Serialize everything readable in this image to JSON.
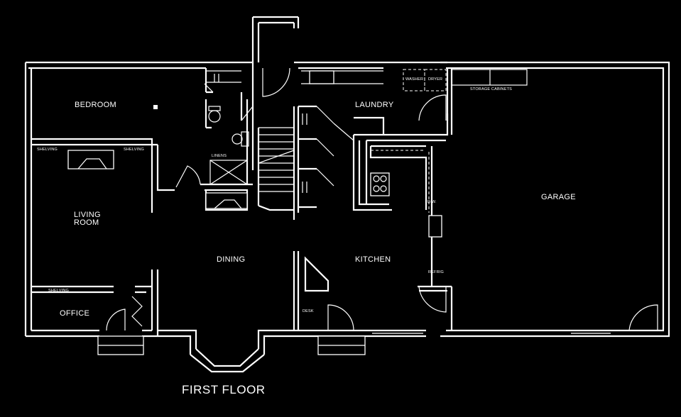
{
  "plan": {
    "title": "FIRST FLOOR",
    "rooms": {
      "bedroom": "BEDROOM",
      "living_line1": "LIVING",
      "living_line2": "ROOM",
      "office": "OFFICE",
      "dining": "DINING",
      "kitchen": "KITCHEN",
      "laundry": "LAUNDRY",
      "garage": "GARAGE"
    },
    "fixtures": {
      "shelving_a": "SHELVING",
      "shelving_b": "SHELVING",
      "shelving_c": "SHELVING",
      "linens": "LINENS",
      "washer": "WASHER",
      "dryer": "DRYER",
      "storage": "STORAGE CABINETS",
      "dw": "D.W.",
      "refrig": "REFRIG",
      "desk": "DESK"
    },
    "colors": {
      "background": "#000000",
      "lines": "#ffffff"
    }
  }
}
